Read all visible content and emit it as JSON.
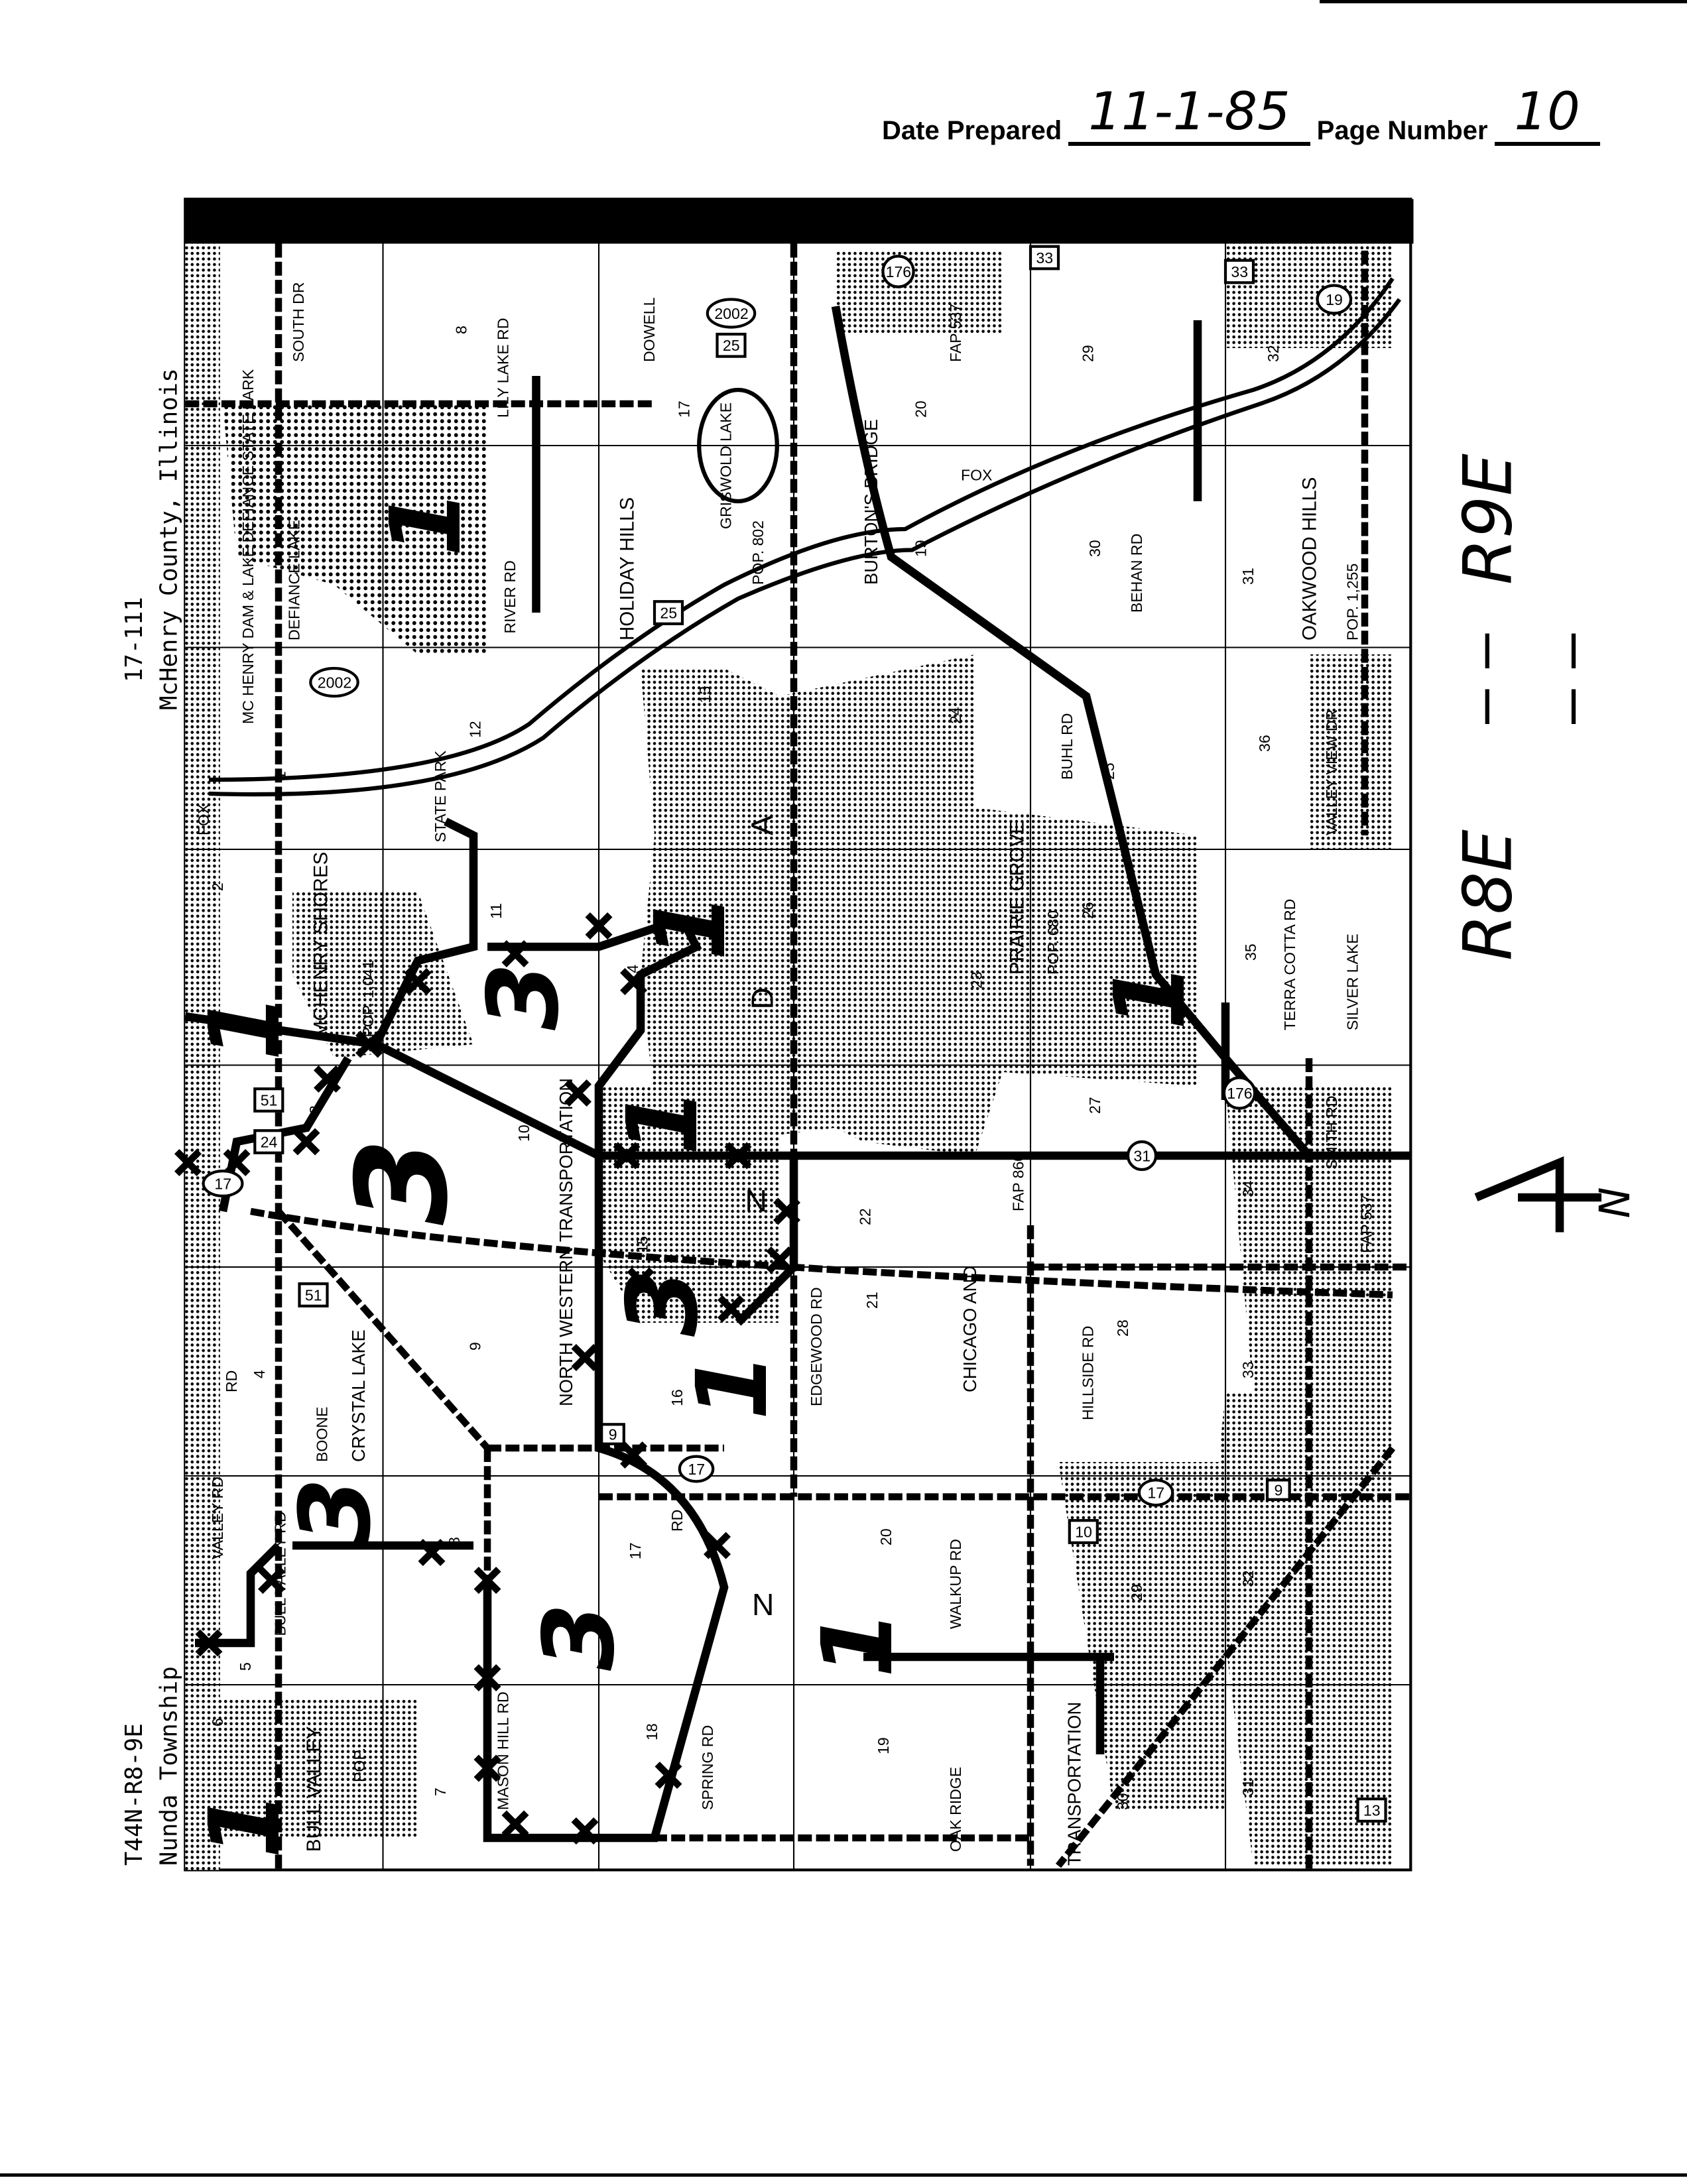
{
  "header": {
    "date_label": "Date Prepared",
    "date_value": "11-1-85",
    "page_label": "Page Number",
    "page_value": "10"
  },
  "side_text": {
    "doc_id": "17-111",
    "county": "McHenry County, Illinois",
    "township_code": "T44N-R8-9E",
    "township": "Nunda Township"
  },
  "map": {
    "places": {
      "state_park": "MC HENRY DAM & LAKE DEFIANCE STATE PARK",
      "defiance_lake": "DEFIANCE LAKE",
      "holiday_hills": "HOLIDAY HILLS",
      "griswold_lake": "GRISWOLD LAKE",
      "griswold_pop": "POP. 802",
      "burtons_bridge": "BURTON'S BRIDGE",
      "oakwood_hills": "OAKWOOD HILLS",
      "oakwood_pop": "POP. 1,255",
      "prairie_grove": "PRAIRIE GROVE",
      "prairie_pop": "POP. 680",
      "mchenry_shores": "MCHENRY SHORES",
      "mchenry_pop": "POP. 1,041",
      "bull_valley": "BULL VALLEY",
      "bull_pop": "POP.",
      "silver_lake": "SILVER LAKE",
      "fox": "FOX",
      "fox2": "FOX",
      "nunda_n": "N",
      "nunda_a": "A",
      "nunda_d": "D",
      "nunda_n2": "N"
    },
    "roads": {
      "lily_lake": "LILY LAKE RD",
      "south_dr": "SOUTH DR",
      "river_rd": "RIVER RD",
      "dowell": "DOWELL",
      "behan": "BEHAN RD",
      "buhl": "BUHL RD",
      "valley_view": "VALLEY VIEW DR",
      "terra_cotta": "TERRA COTTA RD",
      "smith": "SMITH RD",
      "state_park_rd": "STATE PARK",
      "fap860": "FAP 860",
      "fap537": "FAP 537",
      "fap537b": "FAP 537",
      "edgewood": "EDGEWOOD RD",
      "hillside": "HILLSIDE RD",
      "walkup": "WALKUP RD",
      "oak_ridge": "OAK RIDGE",
      "crystal_lake": "CRYSTAL LAKE",
      "north_western": "NORTH WESTERN TRANSPORTATION",
      "chicago_and": "CHICAGO AND",
      "transportation": "TRANSPORTATION",
      "valley_rd": "VALLEY RD",
      "bull_valley_rd": "BULL VALLEY RD",
      "mason_hill": "MASON HILL RD",
      "spring": "SPRING RD",
      "boone": "BOONE",
      "rd17": "RD",
      "rd4": "RD"
    },
    "shields": [
      "176",
      "33",
      "2002",
      "25",
      "25",
      "2002",
      "51",
      "24",
      "17",
      "51",
      "31",
      "176",
      "19",
      "17",
      "10",
      "13",
      "9",
      "9",
      "33",
      "17"
    ],
    "sections": [
      "8",
      "17",
      "20",
      "29",
      "32",
      "12",
      "13",
      "24",
      "25",
      "36",
      "1",
      "2",
      "11",
      "14",
      "23",
      "26",
      "35",
      "3",
      "10",
      "15",
      "22",
      "27",
      "34",
      "4",
      "9",
      "16",
      "21",
      "28",
      "33",
      "5",
      "8",
      "17",
      "20",
      "29",
      "32",
      "6",
      "7",
      "18",
      "19",
      "30",
      "31",
      "19",
      "30",
      "31"
    ],
    "range_marks": {
      "r9e": "R9E",
      "r8e": "R8E",
      "north": "N"
    },
    "annotations": [
      "1",
      "1",
      "1",
      "1",
      "1",
      "1",
      "1",
      "1",
      "3",
      "3",
      "3",
      "3",
      "3"
    ]
  }
}
